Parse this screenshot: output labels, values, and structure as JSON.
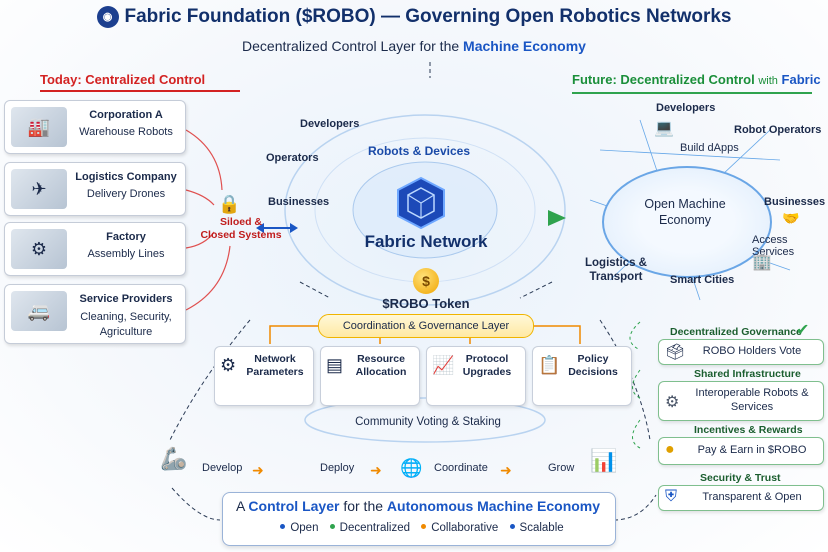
{
  "header": {
    "title": "Fabric Foundation ($ROBO) — Governing Open Robotics Networks",
    "subtitle_prefix": "Decentralized Control Layer for the ",
    "subtitle_highlight": "Machine Economy"
  },
  "left": {
    "heading": "Today: Centralized Control",
    "cards": [
      {
        "title": "Corporation A",
        "subtitle": "Warehouse Robots",
        "icon": "warehouse-icon"
      },
      {
        "title": "Logistics Company",
        "subtitle": "Delivery Drones",
        "icon": "drone-icon"
      },
      {
        "title": "Factory",
        "subtitle": "Assembly Lines",
        "icon": "factory-icon"
      },
      {
        "title": "Service Providers",
        "subtitle": "Cleaning, Security, Agriculture",
        "icon": "service-icon"
      }
    ],
    "siloed_line1": "Siloed &",
    "siloed_line2": "Closed Systems"
  },
  "center": {
    "robots_devices": "Robots & Devices",
    "developers": "Developers",
    "operators": "Operators",
    "businesses": "Businesses",
    "fabric_network": "Fabric Network",
    "coin_symbol": "$",
    "token": "$ROBO Token",
    "coordination_layer": "Coordination & Governance Layer",
    "pillars": [
      {
        "line1": "Network",
        "line2": "Parameters",
        "icon": "gear-icon"
      },
      {
        "line1": "Resource",
        "line2": "Allocation",
        "icon": "server-icon"
      },
      {
        "line1": "Protocol",
        "line2": "Upgrades",
        "icon": "upgrade-icon"
      },
      {
        "line1": "Policy",
        "line2": "Decisions",
        "icon": "document-icon"
      }
    ],
    "community": "Community Voting & Staking"
  },
  "flow": {
    "steps": [
      "Develop",
      "Deploy",
      "Coordinate",
      "Grow"
    ]
  },
  "banner": {
    "prefix": "A ",
    "highlight1": "Control Layer",
    "middle": " for the ",
    "highlight2": "Autonomous Machine Economy",
    "tags": [
      "Open",
      "Decentralized",
      "Collaborative",
      "Scalable"
    ],
    "tag_colors": [
      "#1a56c4",
      "#2fa34e",
      "#f08a00",
      "#1a56c4"
    ]
  },
  "right": {
    "heading_prefix": "Future: Decentralized Control ",
    "heading_with": "with",
    "heading_brand": "Fabric",
    "developers": "Developers",
    "build_dapps": "Build dApps",
    "robot_operators": "Robot Operators",
    "open_economy_line1": "Open Machine",
    "open_economy_line2": "Economy",
    "businesses": "Businesses",
    "access_services": "Access Services",
    "logistics_line1": "Logistics &",
    "logistics_line2": "Transport",
    "smart_cities": "Smart Cities",
    "cards": [
      {
        "title": "Decentralized Governance",
        "subtitle": "ROBO Holders Vote",
        "icon": "vote-icon"
      },
      {
        "title": "Shared Infrastructure",
        "subtitle": "Interoperable Robots & Services",
        "icon": "gears-icon"
      },
      {
        "title": "Incentives & Rewards",
        "subtitle": "Pay & Earn in $ROBO",
        "icon": "coins-icon"
      },
      {
        "title": "Security & Trust",
        "subtitle": "Transparent & Open",
        "icon": "shield-icon"
      }
    ]
  }
}
